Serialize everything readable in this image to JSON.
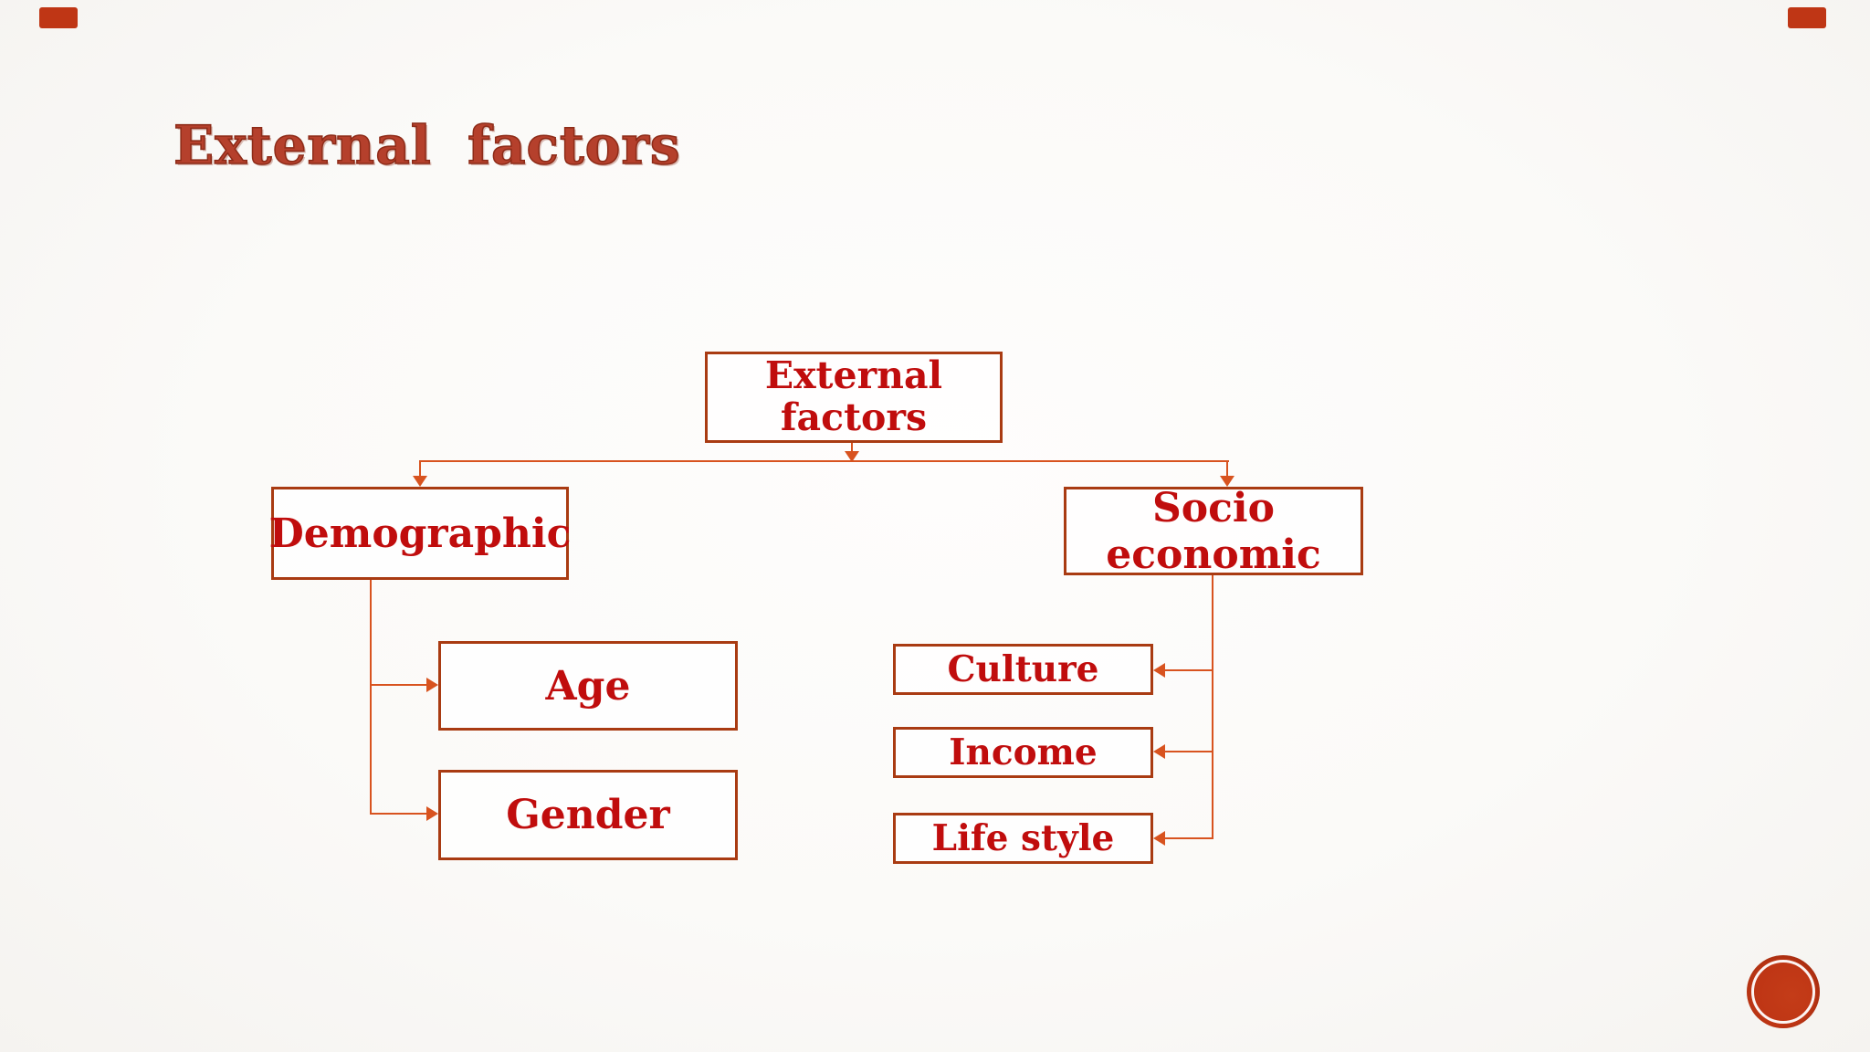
{
  "slide": {
    "title": "External factors",
    "colors": {
      "title-red": "#b5402c",
      "text-red": "#c00d0d",
      "border-red": "#a93b12",
      "connector": "#d8531f",
      "badge-red": "#bf3615",
      "background": "#fbfaf8"
    },
    "diagram": {
      "root": {
        "label": "External factors"
      },
      "branches": [
        {
          "label": "Demographic",
          "children": [
            {
              "label": "Age"
            },
            {
              "label": "Gender"
            }
          ]
        },
        {
          "label": "Socio economic",
          "children": [
            {
              "label": "Culture"
            },
            {
              "label": "Income"
            },
            {
              "label": "Life style"
            }
          ]
        }
      ]
    },
    "decorations": {
      "badge_icon": "badge-stamp-circle-icon",
      "corner_marks": [
        "top-left-accent-mark",
        "top-right-accent-mark"
      ]
    }
  }
}
